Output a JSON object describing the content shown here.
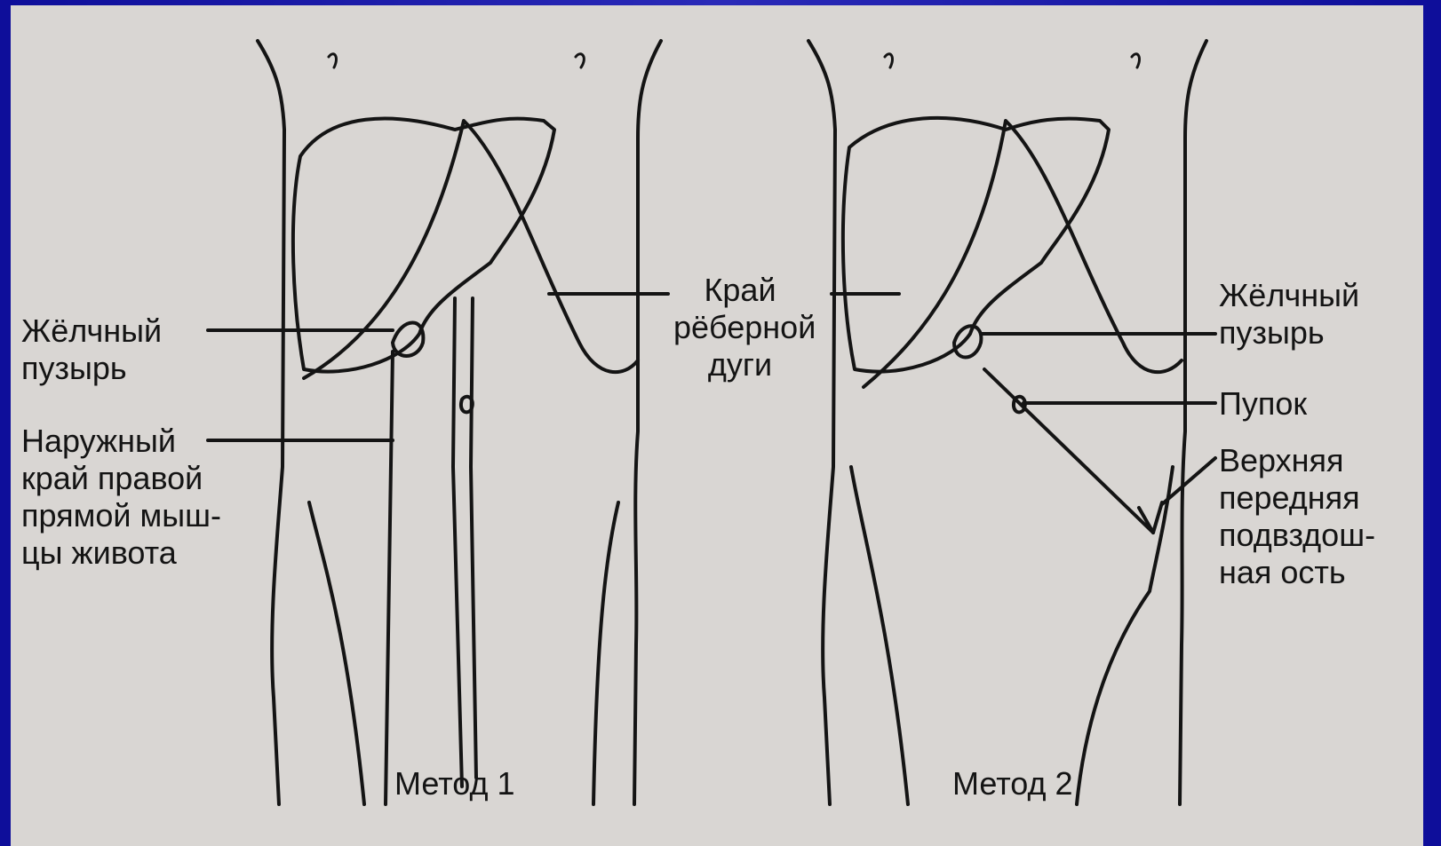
{
  "labels": {
    "gallbladder_left": "Жёлчный\nпузырь",
    "rectus_edge": "Наружный\nкрай правой\nпрямой мыш-\nцы живота",
    "costal_arch": "Край\nрёберной\nдуги",
    "gallbladder_right": "Жёлчный\nпузырь",
    "navel": "Пупок",
    "iliac_spine": "Верхняя\nпередняя\nподвздош-\nная ость"
  },
  "captions": {
    "method1": "Метод 1",
    "method2": "Метод 2"
  },
  "colors": {
    "page": "#d9d6d3",
    "ink": "#141414",
    "frame": "#1a1aa8"
  }
}
